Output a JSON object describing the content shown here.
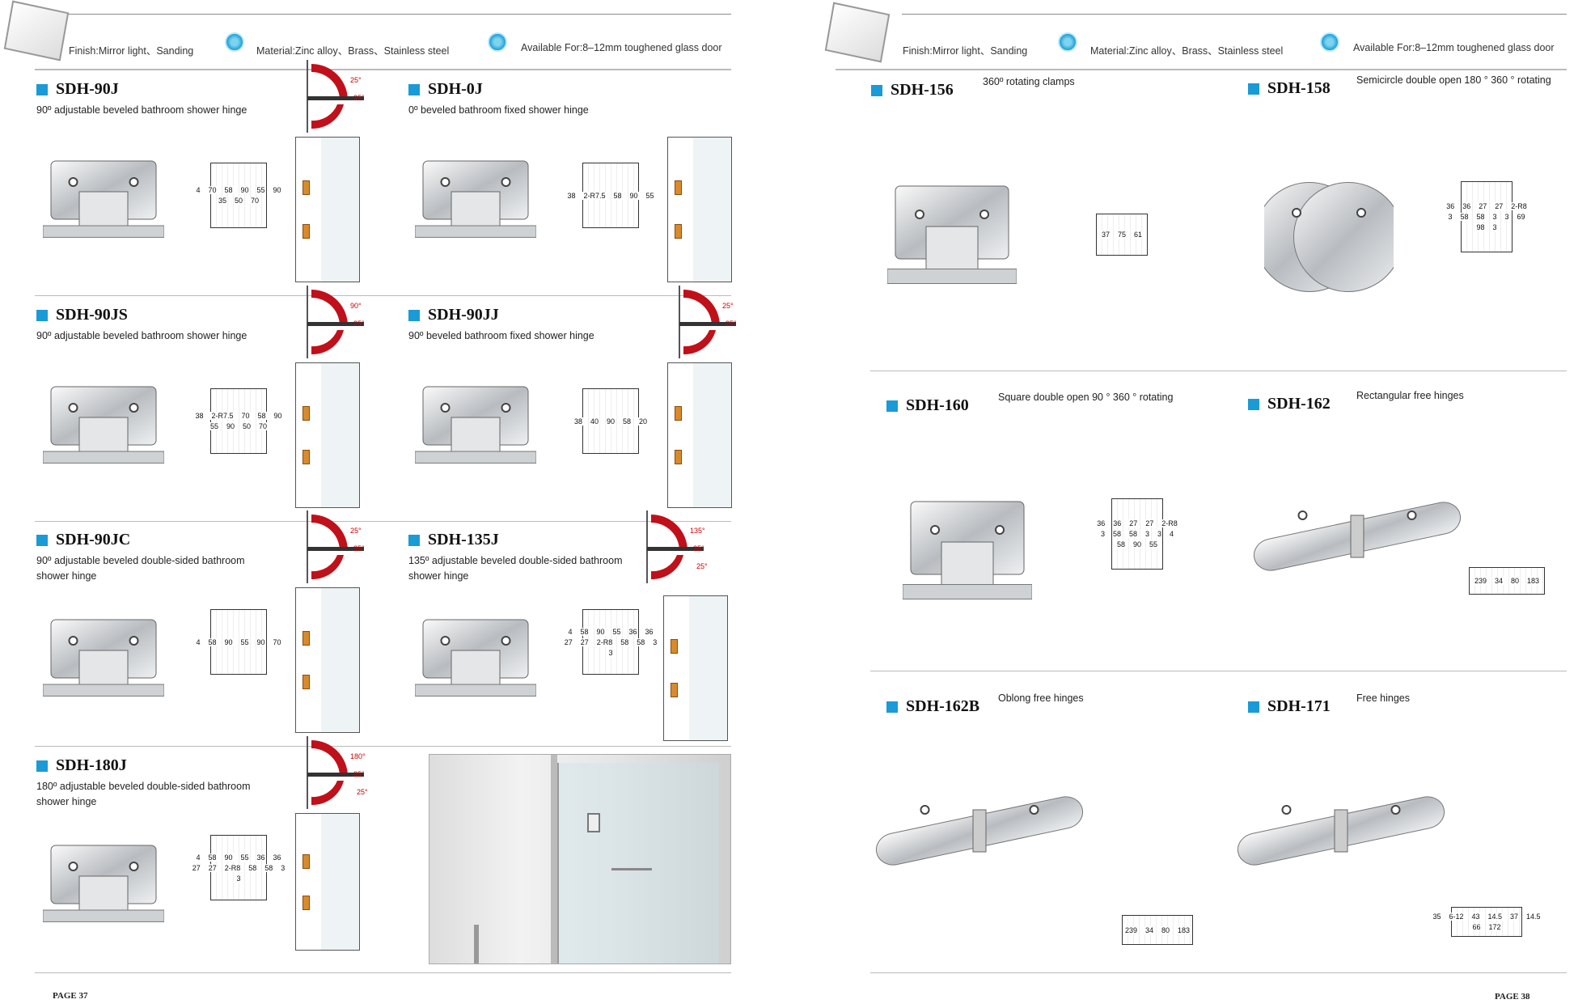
{
  "header": {
    "finish": "Finish:Mirror light、Sanding",
    "material": "Material:Zinc alloy、Brass、Stainless steel",
    "available": "Available  For:8–12mm toughened glass door"
  },
  "left_page": {
    "page_label": "PAGE 37",
    "products": [
      {
        "code": "SDH-90J",
        "desc": "90º adjustable beveled bathroom shower hinge",
        "dims": [
          "4",
          "70",
          "58",
          "90",
          "55",
          "90",
          "35",
          "50",
          "70"
        ],
        "angles": [
          "25°",
          "25°"
        ]
      },
      {
        "code": "SDH-0J",
        "desc": "0º beveled bathroom fixed shower hinge",
        "dims": [
          "38",
          "2-R7.5",
          "58",
          "90",
          "55"
        ],
        "angles": []
      },
      {
        "code": "SDH-90JS",
        "desc": "90º adjustable beveled bathroom shower hinge",
        "dims": [
          "38",
          "2-R7.5",
          "70",
          "58",
          "90",
          "55",
          "90",
          "50",
          "70"
        ],
        "angles": [
          "90°",
          "25°"
        ]
      },
      {
        "code": "SDH-90JJ",
        "desc": "90º beveled bathroom fixed shower hinge",
        "dims": [
          "38",
          "40",
          "90",
          "58",
          "20"
        ],
        "angles": [
          "25°",
          "25°"
        ]
      },
      {
        "code": "SDH-90JC",
        "desc": "90º adjustable beveled double-sided bathroom shower hinge",
        "dims": [
          "4",
          "58",
          "90",
          "55",
          "90",
          "70"
        ],
        "angles": [
          "25°",
          "25°"
        ]
      },
      {
        "code": "SDH-135J",
        "desc": "135º adjustable beveled double-sided bathroom shower hinge",
        "dims": [
          "4",
          "58",
          "90",
          "55",
          "36",
          "36",
          "27",
          "27",
          "2-R8",
          "58",
          "58",
          "3",
          "3"
        ],
        "angles": [
          "135°",
          "25°",
          "25°"
        ]
      },
      {
        "code": "SDH-180J",
        "desc": "180º adjustable beveled double-sided bathroom shower hinge",
        "dims": [
          "4",
          "58",
          "90",
          "55",
          "36",
          "36",
          "27",
          "27",
          "2-R8",
          "58",
          "58",
          "3",
          "3"
        ],
        "angles": [
          "180°",
          "25°",
          "25°"
        ]
      }
    ]
  },
  "right_page": {
    "page_label": "PAGE 38",
    "products": [
      {
        "code": "SDH-156",
        "desc": "360º rotating clamps",
        "dims": [
          "37",
          "75",
          "61"
        ]
      },
      {
        "code": "SDH-158",
        "desc": "Semicircle double open 180 ° 360 ° rotating",
        "dims": [
          "36",
          "36",
          "27",
          "27",
          "2-R8",
          "3",
          "58",
          "58",
          "3",
          "3",
          "69",
          "98",
          "3"
        ]
      },
      {
        "code": "SDH-160",
        "desc": "Square double open 90 ° 360 ° rotating",
        "dims": [
          "36",
          "36",
          "27",
          "27",
          "2-R8",
          "3",
          "58",
          "58",
          "3",
          "3",
          "4",
          "58",
          "90",
          "55"
        ]
      },
      {
        "code": "SDH-162",
        "desc": "Rectangular free hinges",
        "dims": [
          "239",
          "34",
          "80",
          "183"
        ]
      },
      {
        "code": "SDH-162B",
        "desc": "Oblong free hinges",
        "dims": [
          "239",
          "34",
          "80",
          "183"
        ]
      },
      {
        "code": "SDH-171",
        "desc": "Free hinges",
        "dims": [
          "35",
          "6-12",
          "43",
          "14.5",
          "37",
          "14.5",
          "66",
          "172"
        ]
      }
    ]
  },
  "colors": {
    "accent": "#1a9ad6",
    "angle_red": "#c0101a"
  }
}
